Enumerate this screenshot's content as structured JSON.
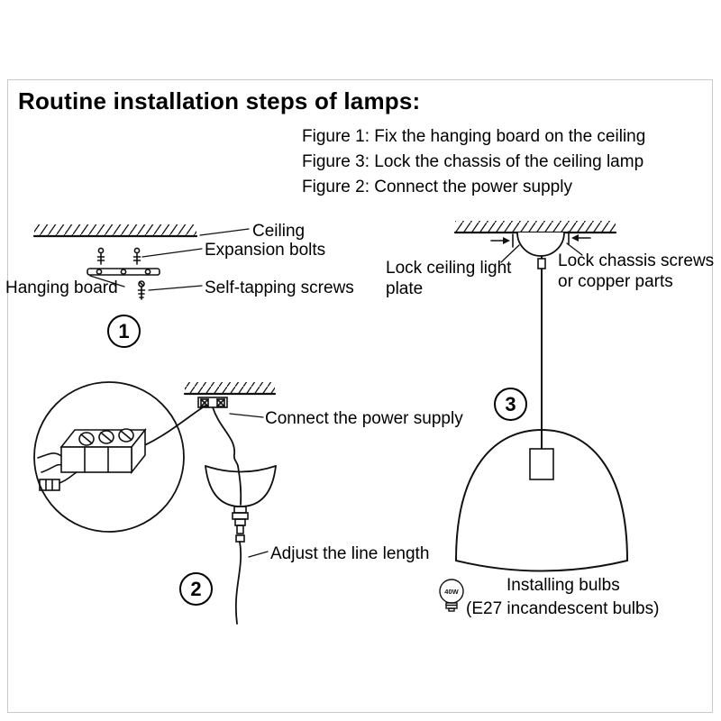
{
  "title": "Routine installation steps of lamps:",
  "captions": [
    "Figure 1: Fix the hanging board on the ceiling",
    "Figure 3: Lock the chassis of the ceiling lamp",
    "Figure 2: Connect the power supply"
  ],
  "figure1": {
    "number": "1",
    "ceiling": "Ceiling",
    "expansion_bolts": "Expansion bolts",
    "hanging_board": "Hanging board",
    "self_tapping_screws": "Self-tapping screws"
  },
  "figure2": {
    "number": "2",
    "connect_power": "Connect the power supply",
    "adjust_line": "Adjust the line length"
  },
  "figure3": {
    "number": "3",
    "lock_plate": "Lock ceiling light plate",
    "lock_chassis": "Lock chassis screws or copper parts",
    "installing_bulbs": "Installing bulbs",
    "bulb_type": "(E27 incandescent bulbs)",
    "wattage": "40W"
  },
  "colors": {
    "ink": "#111111",
    "frame_border": "#c9c9c9"
  }
}
